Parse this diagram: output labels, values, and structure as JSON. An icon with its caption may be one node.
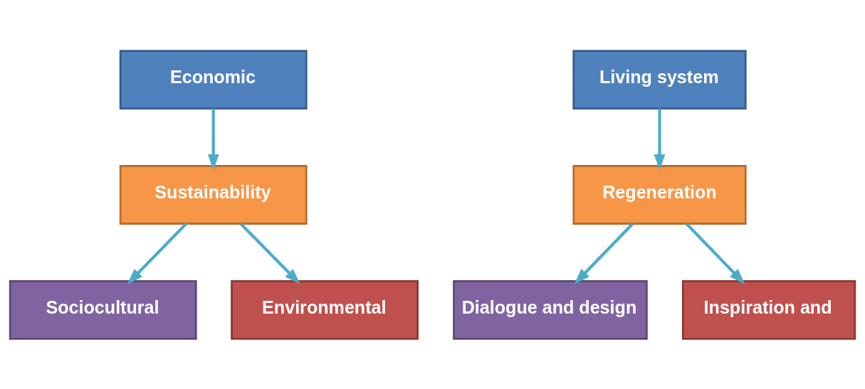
{
  "diagram": {
    "nodes": [
      {
        "text": [
          "Economic"
        ]
      },
      {
        "text": [
          "Sustainability"
        ]
      },
      {
        "text": [
          "Sociocultural"
        ]
      },
      {
        "text": [
          "Environmental"
        ]
      },
      {
        "text": [
          "Living system"
        ]
      },
      {
        "text": [
          "Regeneration"
        ]
      },
      {
        "text": [
          "Dialogue and design"
        ]
      },
      {
        "text": [
          "Inspiration and"
        ]
      }
    ],
    "edges": [
      {
        "from": 0,
        "to": 1,
        "arrow": "to"
      },
      {
        "from": 1,
        "to": 2,
        "arrow": "to"
      },
      {
        "from": 1,
        "to": 3,
        "arrow": "to"
      },
      {
        "from": 4,
        "to": 5,
        "arrow": "to"
      },
      {
        "from": 5,
        "to": 6,
        "arrow": "to"
      },
      {
        "from": 5,
        "to": 7,
        "arrow": "to"
      }
    ]
  }
}
